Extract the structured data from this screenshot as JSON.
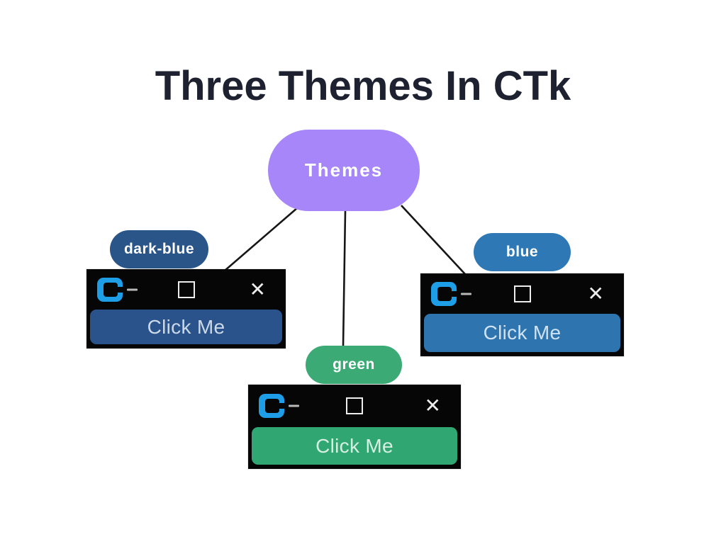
{
  "page": {
    "title": "Three Themes In CTk",
    "background_color": "#ffffff",
    "title_color": "#1e2130"
  },
  "root_node": {
    "label": "Themes",
    "fill_color": "#a686f8",
    "text_color": "#ffffff"
  },
  "connector_color": "#161616",
  "window_controls": {
    "minimize_glyph": "–",
    "close_glyph": "✕",
    "logo_color": "#1f9ee8"
  },
  "themes": [
    {
      "name": "dark-blue",
      "pill_color": "#2a5589",
      "window": {
        "titlebar_color": "#060606",
        "button_label": "Click Me",
        "button_color": "#29538a",
        "button_text_color": "#ccd9e8"
      }
    },
    {
      "name": "blue",
      "pill_color": "#2e79b5",
      "window": {
        "titlebar_color": "#060606",
        "button_label": "Click Me",
        "button_color": "#2e74ae",
        "button_text_color": "#cfe2f3"
      }
    },
    {
      "name": "green",
      "pill_color": "#3baa74",
      "window": {
        "titlebar_color": "#060606",
        "button_label": "Click Me",
        "button_color": "#30a673",
        "button_text_color": "#d5efe0"
      }
    }
  ]
}
